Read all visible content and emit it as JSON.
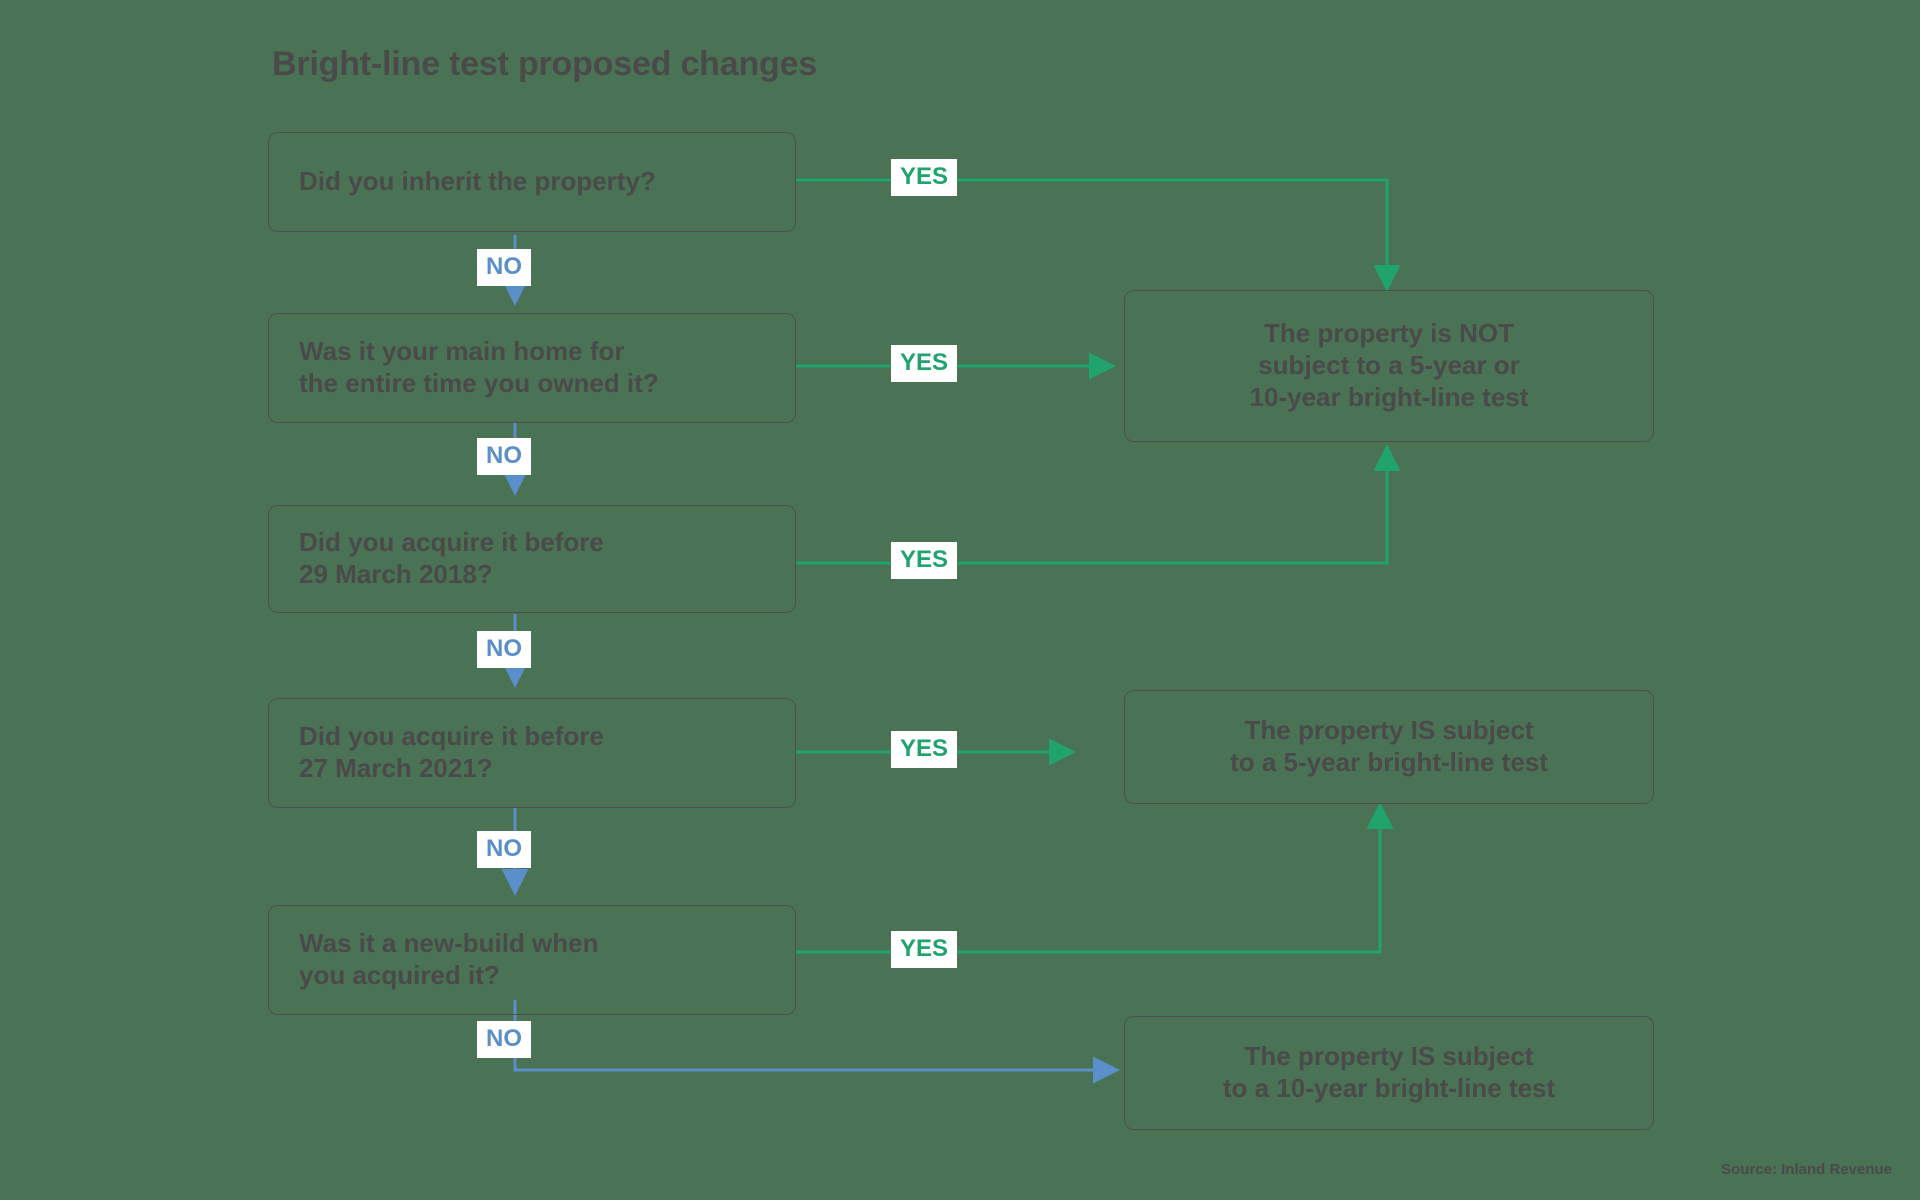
{
  "header": {
    "title": "Bright-line test proposed changes"
  },
  "footer": {
    "source": "Source: Inland Revenue"
  },
  "colors": {
    "background": "#4a7254",
    "box_border": "#4f4f4f",
    "text": "#4a4a4a",
    "yes_accent": "#20a36d",
    "no_accent": "#5b8fc9",
    "label_background": "#ffffff"
  },
  "chart_data": {
    "type": "diagram",
    "title": "Bright-line test proposed changes",
    "nodes": [
      {
        "id": "q1",
        "kind": "question",
        "text": "Did you inherit the property?"
      },
      {
        "id": "q2",
        "kind": "question",
        "text": "Was it your main home for\nthe entire time you owned it?"
      },
      {
        "id": "q3",
        "kind": "question",
        "text": "Did you acquire it before\n29 March 2018?"
      },
      {
        "id": "q4",
        "kind": "question",
        "text": "Did you acquire it before\n27 March 2021?"
      },
      {
        "id": "q5",
        "kind": "question",
        "text": "Was it a new-build when\nyou acquired it?"
      },
      {
        "id": "r1",
        "kind": "result",
        "text": "The property is NOT\nsubject to a 5-year or\n10-year bright-line test"
      },
      {
        "id": "r2",
        "kind": "result",
        "text": "The property IS subject\nto a 5-year bright-line test"
      },
      {
        "id": "r3",
        "kind": "result",
        "text": "The property IS subject\nto a 10-year bright-line test"
      }
    ],
    "edges": [
      {
        "from": "q1",
        "to": "r1",
        "label": "YES",
        "branch": "yes"
      },
      {
        "from": "q1",
        "to": "q2",
        "label": "NO",
        "branch": "no"
      },
      {
        "from": "q2",
        "to": "r1",
        "label": "YES",
        "branch": "yes"
      },
      {
        "from": "q2",
        "to": "q3",
        "label": "NO",
        "branch": "no"
      },
      {
        "from": "q3",
        "to": "r1",
        "label": "YES",
        "branch": "yes"
      },
      {
        "from": "q3",
        "to": "q4",
        "label": "NO",
        "branch": "no"
      },
      {
        "from": "q4",
        "to": "r2",
        "label": "YES",
        "branch": "yes"
      },
      {
        "from": "q4",
        "to": "q5",
        "label": "NO",
        "branch": "no"
      },
      {
        "from": "q5",
        "to": "r2",
        "label": "YES",
        "branch": "yes"
      },
      {
        "from": "q5",
        "to": "r3",
        "label": "NO",
        "branch": "no"
      }
    ]
  },
  "labels": {
    "yes1": "YES",
    "yes2": "YES",
    "yes3": "YES",
    "yes4": "YES",
    "yes5": "YES",
    "no1": "NO",
    "no2": "NO",
    "no3": "NO",
    "no4": "NO",
    "no5": "NO"
  },
  "nodes": {
    "q1": "Did you inherit the property?",
    "q2": "Was it your main home for\nthe entire time you owned it?",
    "q3": "Did you acquire it before\n29 March 2018?",
    "q4": "Did you acquire it before\n27 March 2021?",
    "q5": "Was it a new-build when\nyou acquired it?",
    "r1": "The property is NOT\nsubject to a 5-year or\n10-year bright-line test",
    "r2": "The property IS subject\nto a 5-year bright-line test",
    "r3": "The property IS subject\nto a 10-year bright-line test"
  }
}
